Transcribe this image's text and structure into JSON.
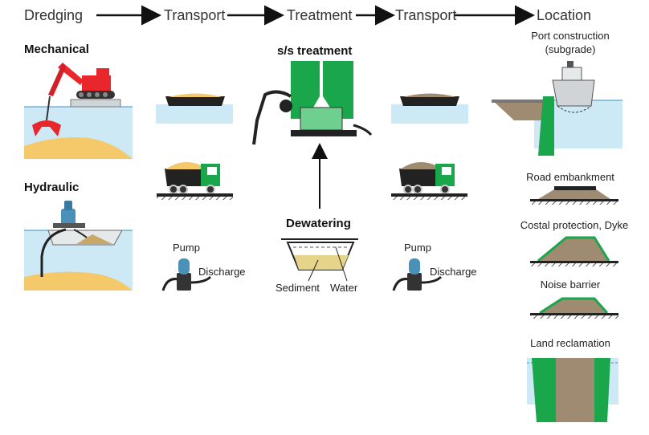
{
  "stages": [
    "Dredging",
    "Transport",
    "Treatment",
    "Transport",
    "Location"
  ],
  "dredging": {
    "mechanical": "Mechanical",
    "hydraulic": "Hydraulic"
  },
  "transport": {
    "pump": "Pump",
    "discharge": "Discharge"
  },
  "treatment": {
    "ss_treatment": "s/s treatment",
    "dewatering": "Dewatering",
    "sediment": "Sediment",
    "water": "Water"
  },
  "transport2": {
    "pump": "Pump",
    "discharge": "Discharge"
  },
  "locations": {
    "port_construction": "Port construction",
    "port_subgrade": "(subgrade)",
    "road_embankment": "Road embankment",
    "coastal_protection": "Costal protection, Dyke",
    "noise_barrier": "Noise barrier",
    "land_reclamation": "Land reclamation"
  },
  "colors": {
    "water": "#cde9f6",
    "sand": "#f5c86a",
    "sediment": "#9e8b72",
    "green": "#1aa64a",
    "red": "#e8262b",
    "pump": "#4a90b8"
  }
}
